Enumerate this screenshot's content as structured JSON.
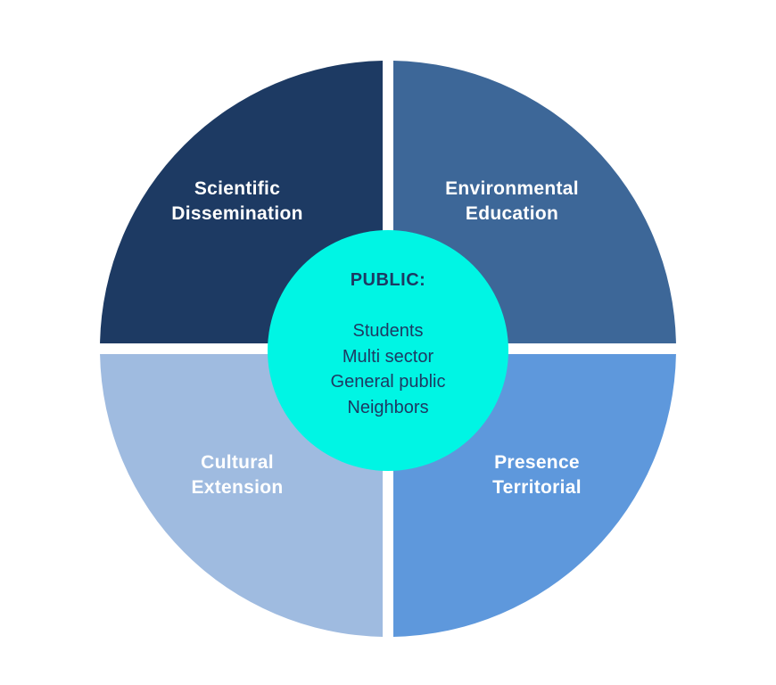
{
  "diagram": {
    "quadrants": {
      "top_left": {
        "lines": [
          "Scientific",
          "Dissemination"
        ],
        "color": "#1d3a63"
      },
      "top_right": {
        "lines": [
          "Environmental",
          "Education"
        ],
        "color": "#3d6798"
      },
      "bottom_left": {
        "lines": [
          "Cultural",
          "Extension"
        ],
        "color": "#9fbbe0"
      },
      "bottom_right": {
        "lines": [
          "Presence",
          "Territorial"
        ],
        "color": "#5e98dc"
      }
    },
    "center": {
      "title": "PUBLIC:",
      "items": [
        "Students",
        "Multi sector",
        "General public",
        "Neighbors"
      ],
      "color": "#00f5e4",
      "text_color": "#1d3a63"
    },
    "label_color": "#ffffff"
  }
}
